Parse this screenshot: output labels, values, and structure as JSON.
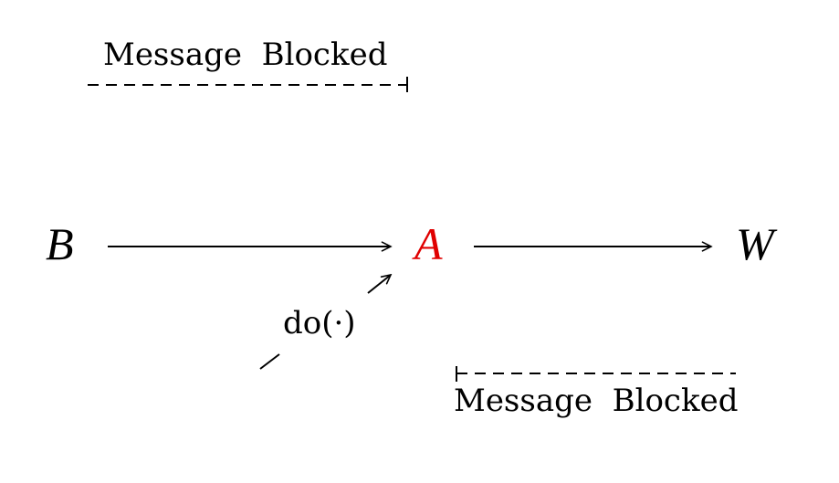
{
  "nodes": {
    "b": {
      "label": "B",
      "color": "#000000"
    },
    "a": {
      "label": "A",
      "color": "#e00000"
    },
    "w": {
      "label": "W",
      "color": "#000000"
    }
  },
  "intervention": {
    "label": "do(·)"
  },
  "blocked_top": {
    "label": "Message  Blocked"
  },
  "blocked_bottom": {
    "label": "Message  Blocked"
  }
}
